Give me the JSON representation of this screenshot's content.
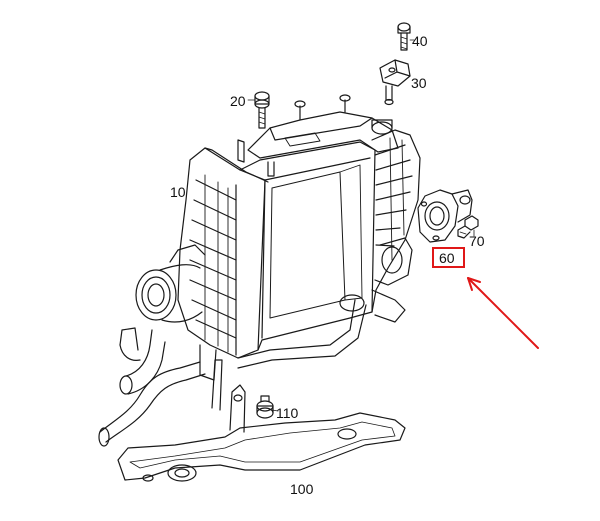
{
  "diagram": {
    "labels": {
      "p10": "10",
      "p20": "20",
      "p30": "30",
      "p40": "40",
      "p60": "60",
      "p70": "70",
      "p100": "100",
      "p110": "110"
    },
    "highlight": {
      "target": "60",
      "color": "#e01818"
    }
  }
}
